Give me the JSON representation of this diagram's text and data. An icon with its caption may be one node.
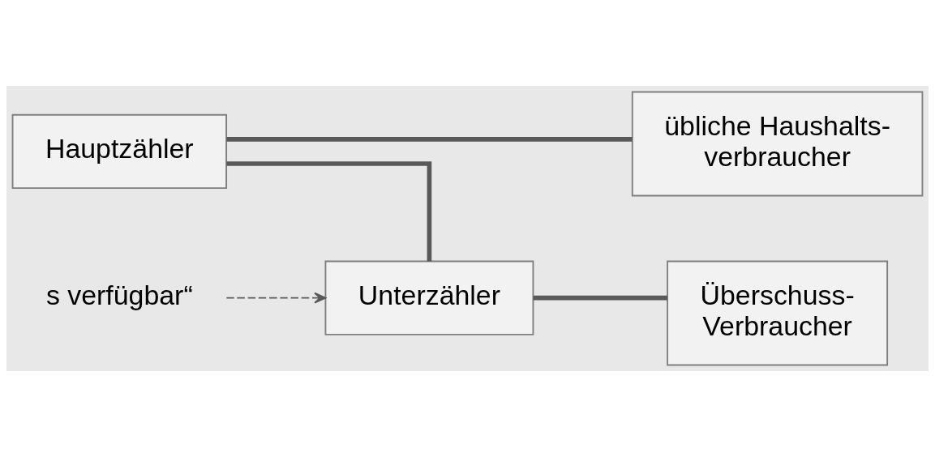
{
  "diagram": {
    "nodes": [
      {
        "text": [
          "Hauptzähler"
        ]
      },
      {
        "text": [
          "übliche Haushalts-verbraucher"
        ]
      },
      {
        "text": [
          "s verfügbar“"
        ]
      },
      {
        "text": [
          "Unterzähler"
        ]
      },
      {
        "text": [
          "Überschuss-Verbraucher"
        ]
      }
    ],
    "edges": [
      {
        "from": 0,
        "to": 1,
        "arrow": "none"
      },
      {
        "from": 0,
        "to": 3,
        "arrow": "none"
      },
      {
        "from": 2,
        "to": 3,
        "arrow": "to",
        "style": "dashed"
      },
      {
        "from": 3,
        "to": 4,
        "arrow": "none"
      }
    ]
  }
}
